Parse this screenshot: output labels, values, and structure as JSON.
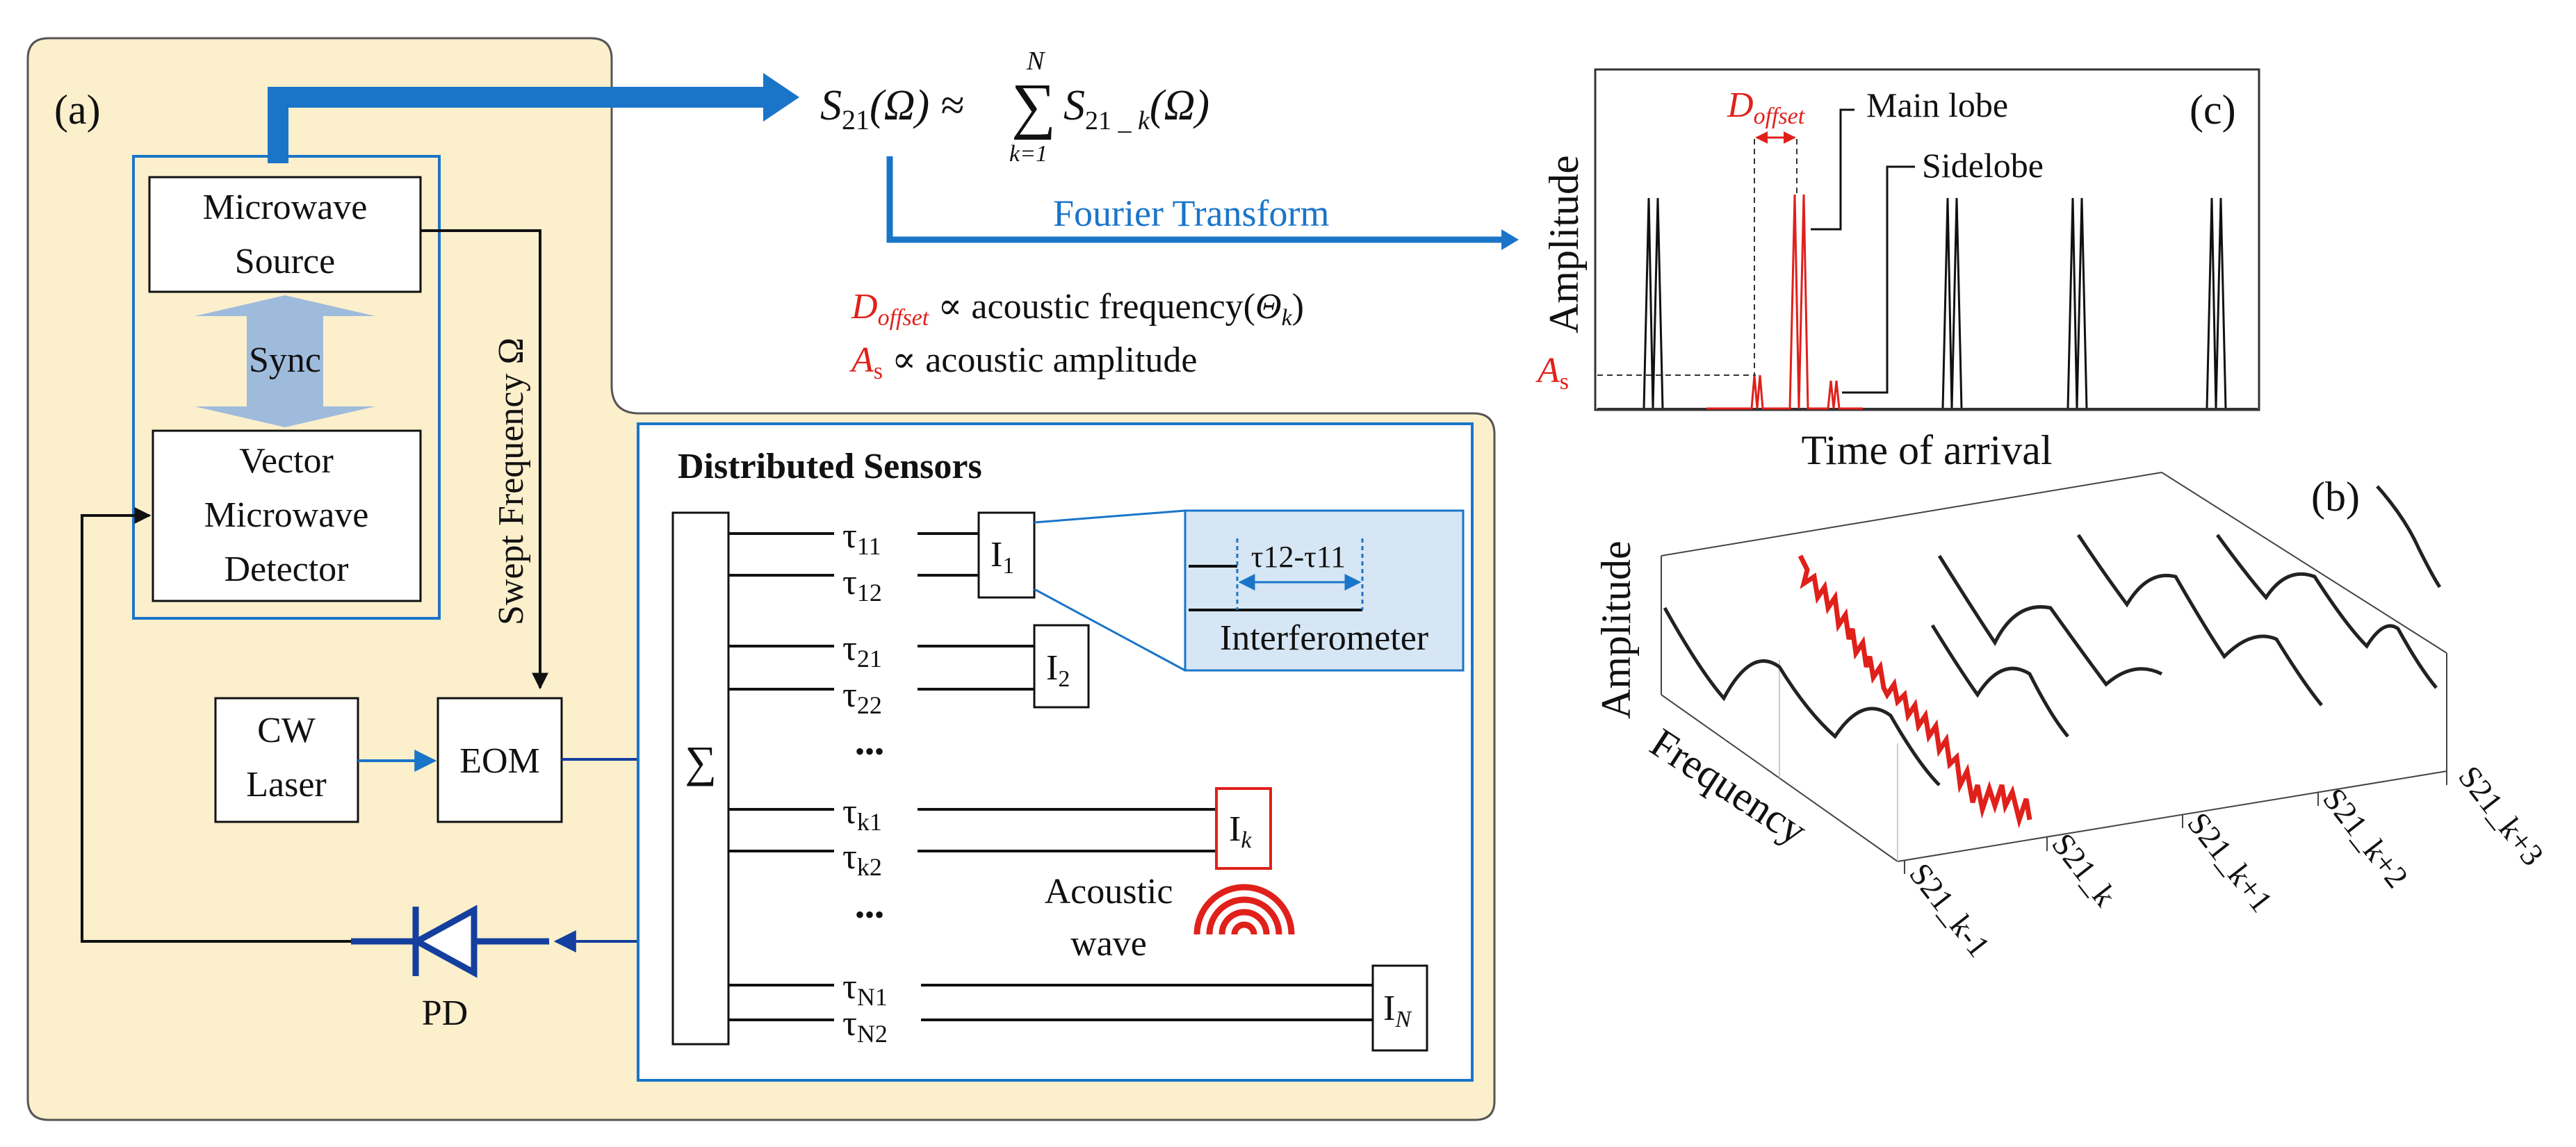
{
  "panel_a": {
    "label": "(a)",
    "microwave_source": [
      "Microwave",
      "Source"
    ],
    "sync": "Sync",
    "vector_detector": [
      "Vector",
      "Microwave",
      "Detector"
    ],
    "swept_frequency": "Swept Frequency Ω",
    "cw_laser": [
      "CW",
      "Laser"
    ],
    "eom": "EOM",
    "pd": "PD",
    "sum_symbol": "∑",
    "distributed_sensors": "Distributed Sensors",
    "taus": [
      {
        "base": "τ",
        "sub": "11"
      },
      {
        "base": "τ",
        "sub": "12"
      },
      {
        "base": "τ",
        "sub": "21"
      },
      {
        "base": "τ",
        "sub": "22"
      },
      {
        "base": "τ",
        "sub": "k1"
      },
      {
        "base": "τ",
        "sub": "k2"
      },
      {
        "base": "τ",
        "sub": "N1"
      },
      {
        "base": "τ",
        "sub": "N2"
      }
    ],
    "dots": "•••",
    "interferometers": [
      {
        "base": "I",
        "sub": "1"
      },
      {
        "base": "I",
        "sub": "2"
      },
      {
        "base": "I",
        "sub": "k"
      },
      {
        "base": "I",
        "sub": "N"
      }
    ],
    "inset_delay": "τ12-τ11",
    "inset_label": "Interferometer",
    "acoustic_wave": [
      "Acoustic",
      "wave"
    ]
  },
  "equation": {
    "lhs": "S21(Ω) ≈",
    "sum": "∑",
    "upper": "N",
    "lower": "k=1",
    "rhs": "S21_k(Ω)",
    "fourier": "Fourier Transform",
    "line1_var": "Doffset",
    "line1_rest": "∝ acoustic frequency(Θk)",
    "line2_var": "As",
    "line2_rest": "∝ acoustic amplitude"
  },
  "panel_c": {
    "label": "(c)",
    "ylabel": "Amplitude",
    "xlabel": "Time of arrival",
    "d_offset": "Doffset",
    "main_lobe": "Main lobe",
    "sidelobe": "Sidelobe",
    "as_label": "As"
  },
  "panel_b": {
    "label": "(b)",
    "ylabel": "Amplitude",
    "xlabel": "Frequency",
    "series": [
      "S21_k-1",
      "S21_k",
      "S21_k+1",
      "S21_k+2",
      "S21_k+3"
    ]
  },
  "colors": {
    "panel_bg": "#fbefcc",
    "arrow_blue": "#1a75c9",
    "sync_arrow": "#9fbbdc",
    "inset_bg": "#d6e6f4",
    "dark_blue": "#143f9e",
    "highlight_red": "#e0201b"
  }
}
